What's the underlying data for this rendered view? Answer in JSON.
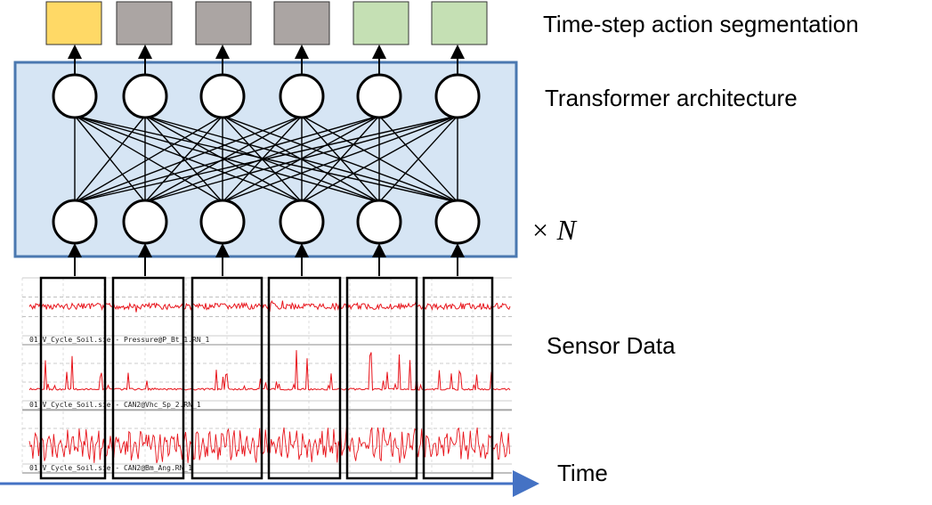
{
  "labels": {
    "output": "Time-step action segmentation",
    "model": "Transformer architecture",
    "repeat": "× N",
    "input": "Sensor Data",
    "axis": "Time"
  },
  "output_tokens": [
    {
      "color": "#FFD966"
    },
    {
      "color": "#ABA5A3"
    },
    {
      "color": "#ABA5A3"
    },
    {
      "color": "#ABA5A3"
    },
    {
      "color": "#C5E0B4"
    },
    {
      "color": "#C5E0B4"
    }
  ],
  "channels": [
    {
      "label": "01_V_Cycle_Soil.sie - Pressure@P_Bt_1.RN_1"
    },
    {
      "label": "01_V_Cycle_Soil.sie - CAN2@Vhc_Sp_2.RN_1"
    },
    {
      "label": "01_V_Cycle_Soil.sie - CAN2@Bm_Ang.RN_1"
    }
  ],
  "colors": {
    "transformer_fill": "#D6E5F4",
    "transformer_border": "#4A78B0",
    "signal": "#E8141B",
    "time_arrow": "#4472C4"
  }
}
